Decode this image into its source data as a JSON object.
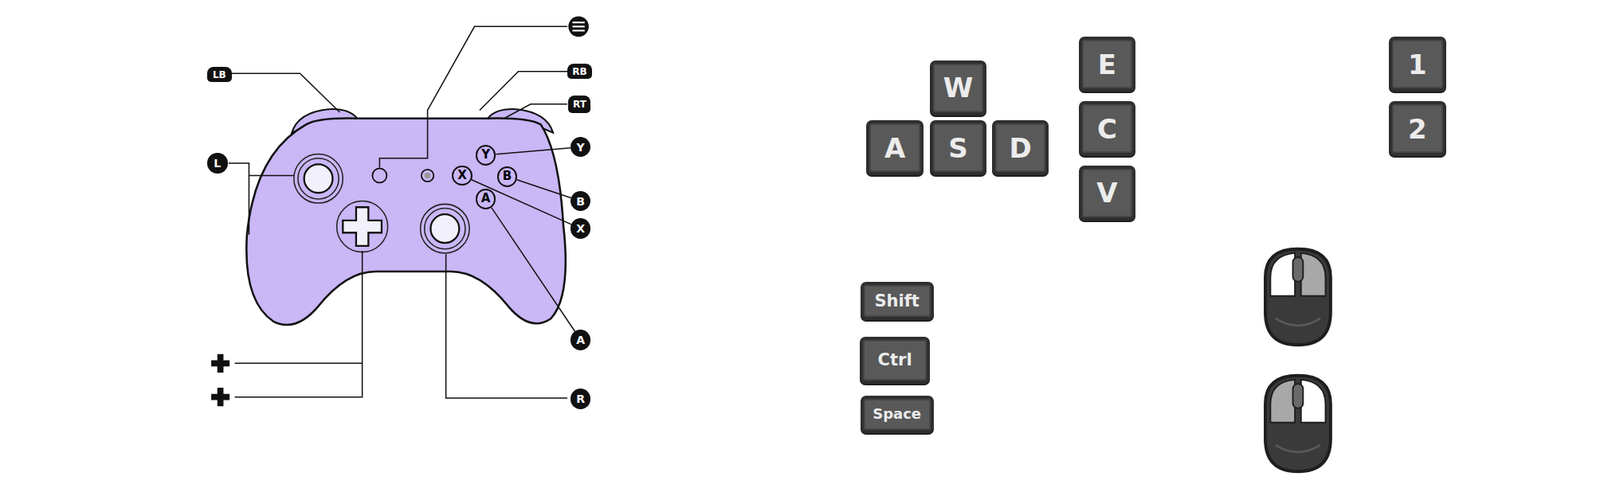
{
  "diagram": {
    "nodes": [
      {
        "text": [
          "LB"
        ]
      },
      {
        "text": [
          "RB"
        ]
      },
      {
        "text": [
          "RT"
        ]
      },
      {
        "text": [
          "Y"
        ]
      },
      {
        "text": [
          "L"
        ]
      },
      {
        "text": [
          "Y"
        ]
      },
      {
        "text": [
          "X"
        ]
      },
      {
        "text": [
          "B"
        ]
      },
      {
        "text": [
          "A"
        ]
      },
      {
        "text": [
          "B"
        ]
      },
      {
        "text": [
          "X"
        ]
      },
      {
        "text": [
          "A"
        ]
      },
      {
        "text": [
          "R"
        ]
      },
      {
        "text": [
          "W"
        ]
      },
      {
        "text": [
          "E"
        ]
      },
      {
        "text": [
          "1"
        ]
      },
      {
        "text": [
          "A"
        ]
      },
      {
        "text": [
          "S"
        ]
      },
      {
        "text": [
          "D"
        ]
      },
      {
        "text": [
          "C"
        ]
      },
      {
        "text": [
          "2"
        ]
      },
      {
        "text": [
          "V"
        ]
      },
      {
        "text": [
          "Shift"
        ]
      },
      {
        "text": [
          "Ctrl"
        ]
      },
      {
        "text": [
          "Space"
        ]
      }
    ],
    "edges": [
      {
        "from": 3,
        "to": 5,
        "arrow": "none"
      },
      {
        "from": 9,
        "to": 7,
        "arrow": "none"
      },
      {
        "from": 10,
        "to": 6,
        "arrow": "none"
      },
      {
        "from": 11,
        "to": 8,
        "arrow": "none"
      }
    ]
  }
}
